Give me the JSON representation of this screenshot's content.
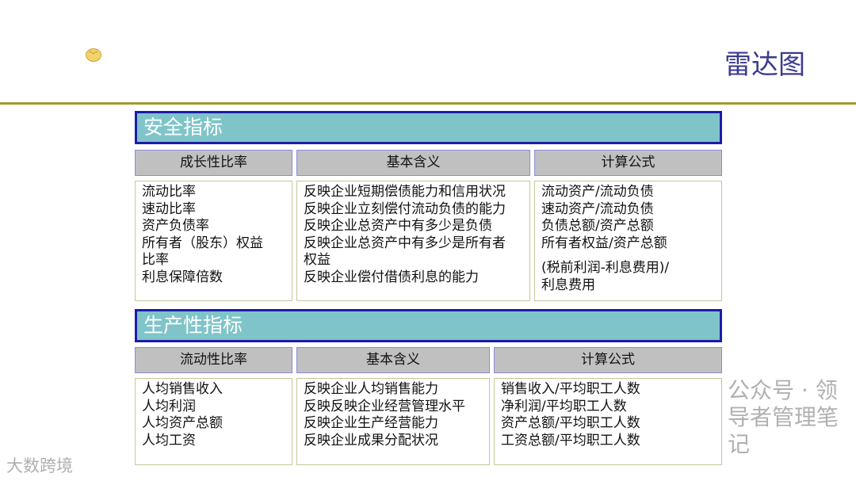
{
  "title": "雷达图",
  "smiley_icon": "smiley-face-icon",
  "section1": {
    "title": "安全指标",
    "headers": [
      "成长性比率",
      "基本含义",
      "计算公式"
    ],
    "col1": [
      "流动比率",
      "速动比率",
      "资产负债率",
      "所有者（股东）权益",
      "比率",
      "利息保障倍数"
    ],
    "col2": [
      "反映企业短期偿债能力和信用状况",
      "反映企业立刻偿付流动负债的能力",
      "反映企业总资产中有多少是负债",
      "反映企业总资产中有多少是所有者",
      "权益",
      "反映企业偿付借债利息的能力"
    ],
    "col3": [
      "流动资产/流动负债",
      "速动资产/流动负债",
      "负债总额/资产总额",
      "所有者权益/资产总额",
      "",
      "(税前利润-利息费用)/",
      "利息费用"
    ]
  },
  "section2": {
    "title": "生产性指标",
    "headers": [
      "流动性比率",
      "基本含义",
      "计算公式"
    ],
    "col1": [
      "人均销售收入",
      "人均利润",
      "人均资产总额",
      "人均工资"
    ],
    "col2": [
      "反映企业人均销售能力",
      "反映反映企业经营管理水平",
      "反映企业生产经营能力",
      "反映企业成果分配状况"
    ],
    "col3": [
      "销售收入/平均职工人数",
      "净利润/平均职工人数",
      "资产总额/平均职工人数",
      "工资总额/平均职工人数"
    ]
  },
  "watermarks": {
    "left": "大数跨境",
    "right": "公众号 · 领导者管理笔记"
  },
  "colors": {
    "section_fill": "#7fc4c8",
    "section_border": "#1c1ca8",
    "header_fill": "#c0c0c0",
    "rule": "#9c9c2e",
    "title": "#3b3b8f"
  }
}
